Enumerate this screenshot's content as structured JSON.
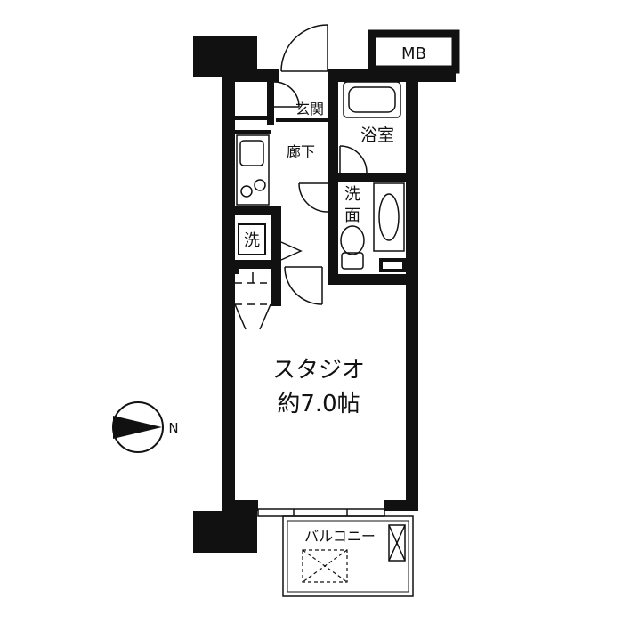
{
  "floorplan": {
    "rooms": {
      "entrance": "玄関",
      "bath": "浴室",
      "hallway": "廊下",
      "washroom_line1": "洗",
      "washroom_line2": "面",
      "laundry": "洗",
      "studio_name": "スタジオ",
      "studio_size": "約7.0帖",
      "balcony": "バルコニー"
    },
    "meter_box": "MB",
    "compass": {
      "label": "N",
      "icon": "north-arrow-icon"
    },
    "colors": {
      "wall": "#111111",
      "background": "#ffffff"
    }
  }
}
